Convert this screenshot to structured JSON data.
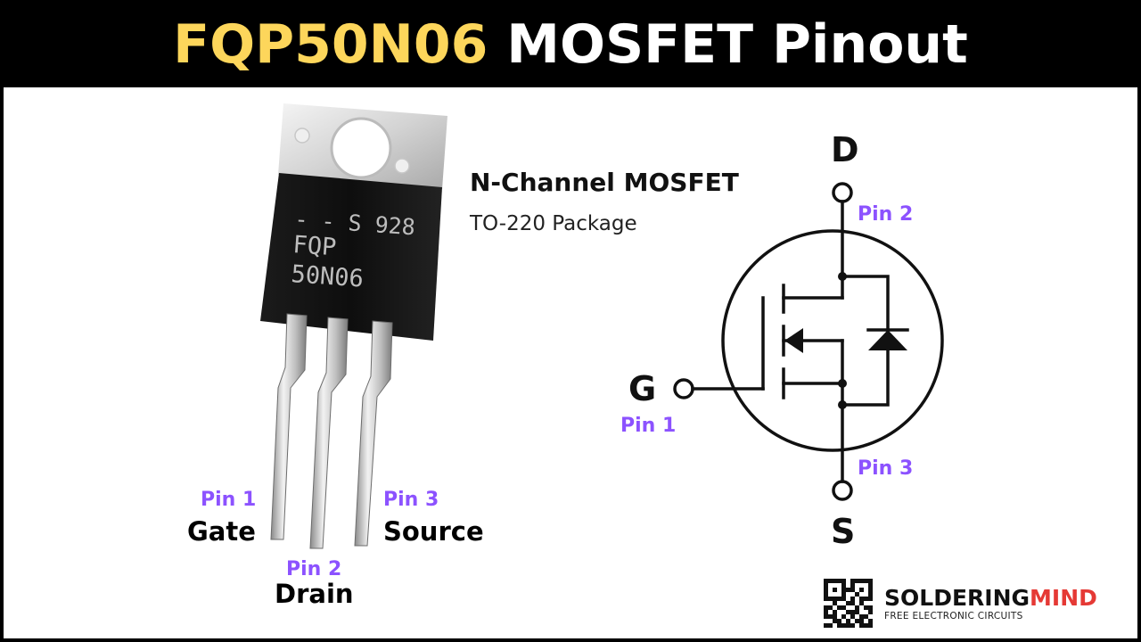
{
  "title": {
    "part_number": "FQP50N06",
    "rest": " MOSFET Pinout"
  },
  "package": {
    "marking_line1": "- - S 928",
    "marking_line2": "FQP",
    "marking_line3": "50N06"
  },
  "description": {
    "channel": "N-Channel MOSFET",
    "package": "TO-220 Package"
  },
  "leads": [
    {
      "pin": "Pin 1",
      "name": "Gate"
    },
    {
      "pin": "Pin 2",
      "name": "Drain"
    },
    {
      "pin": "Pin 3",
      "name": "Source"
    }
  ],
  "symbol": {
    "drain_letter": "D",
    "drain_pin": "Pin 2",
    "gate_letter": "G",
    "gate_pin": "Pin 1",
    "source_letter": "S",
    "source_pin": "Pin 3"
  },
  "brand": {
    "name_part1": "SOLDERING",
    "name_part2": "MIND",
    "tagline": "FREE ELECTRONIC CIRCUITS"
  },
  "colors": {
    "title_highlight": "#FDD65B",
    "pin_label": "#8C52FF",
    "brand_accent": "#E53935"
  }
}
